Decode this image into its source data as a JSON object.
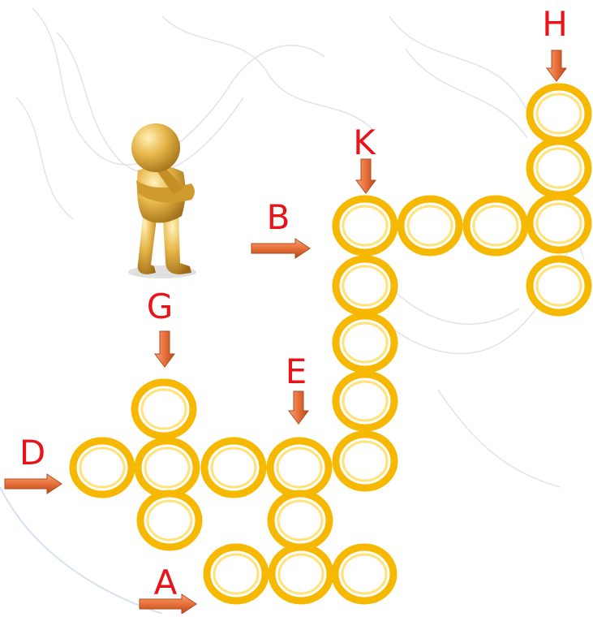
{
  "colors": {
    "ring_outer": "#f6b800",
    "ring_inner": "#ffe27a",
    "arrow": "#e8703a",
    "arrow_dark": "#b34a1c",
    "label": "#e8141a",
    "watermark": "#c9cdd8",
    "figure": "#d9a73a"
  },
  "icons": {
    "figure": "thinking-person-icon",
    "arrow": "orange-arrow-icon"
  },
  "labels": {
    "A": "A",
    "B": "B",
    "D": "D",
    "E": "E",
    "G": "G",
    "H": "H",
    "K": "K"
  }
}
